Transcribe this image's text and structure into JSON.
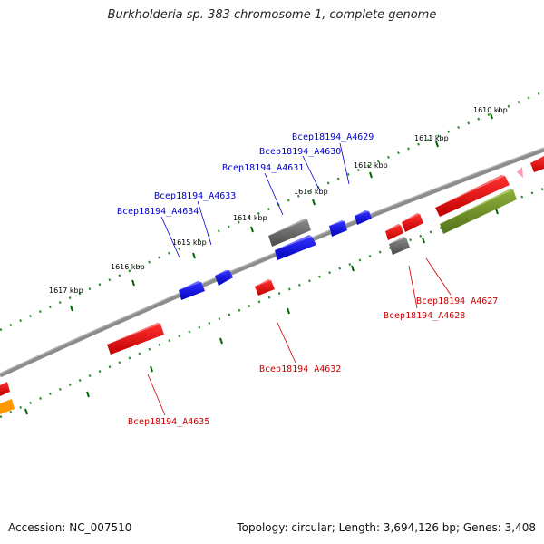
{
  "title": "Burkholderia sp. 383 chromosome 1, complete genome",
  "footer": {
    "accession": "Accession: NC_007510",
    "topology": "Topology: circular; Length: 3,694,126 bp; Genes: 3,408"
  },
  "colors": {
    "backbone": "#808080",
    "forward_label": "#0000cc",
    "reverse_label": "#cc0000",
    "tick": "#006600"
  },
  "kbp_labels": [
    "1610 kbp",
    "1611 kbp",
    "1612 kbp",
    "1613 kbp",
    "1614 kbp",
    "1615 kbp",
    "1616 kbp",
    "1617 kbp"
  ],
  "genes_top": [
    "Bcep18194_A4629",
    "Bcep18194_A4630",
    "Bcep18194_A4631",
    "Bcep18194_A4633",
    "Bcep18194_A4634"
  ],
  "genes_bottom": [
    "Bcep18194_A4627",
    "Bcep18194_A4628",
    "Bcep18194_A4632",
    "Bcep18194_A4635"
  ]
}
